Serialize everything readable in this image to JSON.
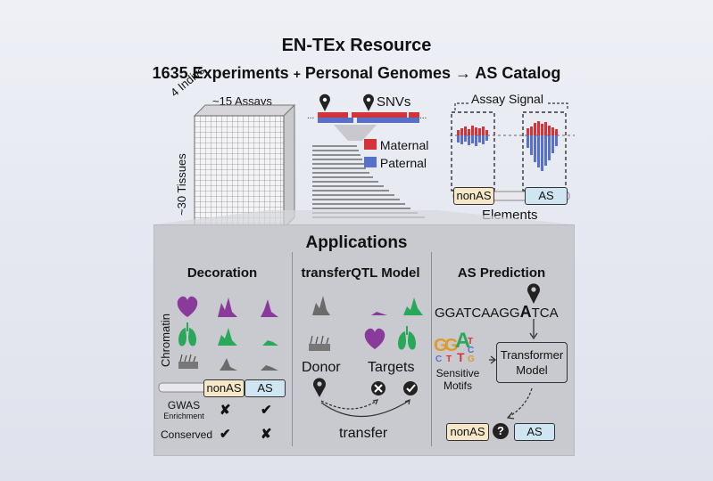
{
  "header": {
    "title": "EN-TEx Resource",
    "experiments": "1635 Experiments",
    "plus": "+",
    "genomes": "Personal Genomes",
    "arrow": "→",
    "catalog": "AS Catalog"
  },
  "cube": {
    "indivs": "4 Indivs",
    "assays": "~15 Assays",
    "tissues": "~30 Tissues"
  },
  "genome": {
    "snvs": "SNVs",
    "maternal": "Maternal",
    "paternal": "Paternal"
  },
  "assay": {
    "signal": "Assay Signal",
    "nonas": "nonAS",
    "as": "AS",
    "elements": "Elements"
  },
  "applications": {
    "title": "Applications",
    "decoration": {
      "title": "Decoration",
      "chromatin": "Chromatin",
      "nonas": "nonAS",
      "as": "AS",
      "gwas": "GWAS",
      "enrichment": "Enrichment",
      "conserved": "Conserved",
      "gwas_nonas": "✘",
      "gwas_as": "✔",
      "conserved_nonas": "✔",
      "conserved_as": "✘"
    },
    "transfer": {
      "title": "transferQTL Model",
      "donor": "Donor",
      "targets": "Targets",
      "transfer": "transfer"
    },
    "prediction": {
      "title": "AS Prediction",
      "seq_left": "GGATCAAGG",
      "seq_mid": "A",
      "seq_right": "TCA",
      "motifs_line1": "Sensitive",
      "motifs_line2": "Motifs",
      "model_line1": "Transformer",
      "model_line2": "Model",
      "nonas": "nonAS",
      "question": "?",
      "as": "AS"
    }
  },
  "colors": {
    "maternal": "#d2343a",
    "paternal": "#5870c8",
    "purple": "#8a3a9a",
    "green": "#2aa85a",
    "gray": "#6b6b6b",
    "nonas_fill": "#f5e7c8",
    "as_fill": "#cfe6f2"
  }
}
